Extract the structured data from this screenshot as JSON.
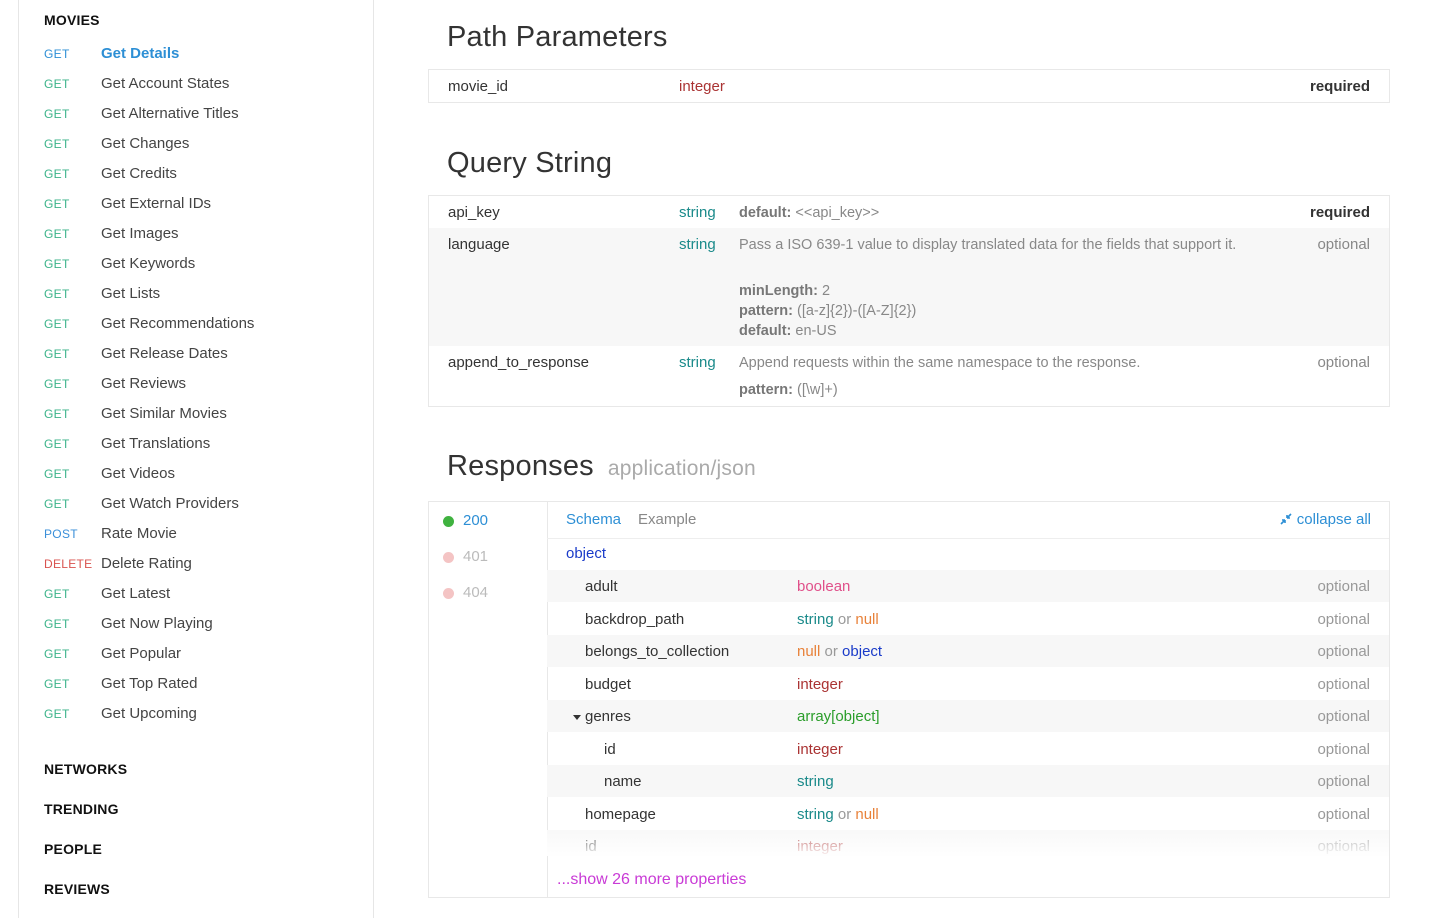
{
  "sidebar": {
    "section_title": "MOVIES",
    "items": [
      {
        "method": "GET",
        "label": "Get Details"
      },
      {
        "method": "GET",
        "label": "Get Account States"
      },
      {
        "method": "GET",
        "label": "Get Alternative Titles"
      },
      {
        "method": "GET",
        "label": "Get Changes"
      },
      {
        "method": "GET",
        "label": "Get Credits"
      },
      {
        "method": "GET",
        "label": "Get External IDs"
      },
      {
        "method": "GET",
        "label": "Get Images"
      },
      {
        "method": "GET",
        "label": "Get Keywords"
      },
      {
        "method": "GET",
        "label": "Get Lists"
      },
      {
        "method": "GET",
        "label": "Get Recommendations"
      },
      {
        "method": "GET",
        "label": "Get Release Dates"
      },
      {
        "method": "GET",
        "label": "Get Reviews"
      },
      {
        "method": "GET",
        "label": "Get Similar Movies"
      },
      {
        "method": "GET",
        "label": "Get Translations"
      },
      {
        "method": "GET",
        "label": "Get Videos"
      },
      {
        "method": "GET",
        "label": "Get Watch Providers"
      },
      {
        "method": "POST",
        "label": "Rate Movie"
      },
      {
        "method": "DELETE",
        "label": "Delete Rating"
      },
      {
        "method": "GET",
        "label": "Get Latest"
      },
      {
        "method": "GET",
        "label": "Get Now Playing"
      },
      {
        "method": "GET",
        "label": "Get Popular"
      },
      {
        "method": "GET",
        "label": "Get Top Rated"
      },
      {
        "method": "GET",
        "label": "Get Upcoming"
      }
    ],
    "other_sections": [
      "NETWORKS",
      "TRENDING",
      "PEOPLE",
      "REVIEWS"
    ]
  },
  "path_parameters": {
    "title": "Path Parameters",
    "params": [
      {
        "name": "movie_id",
        "type": "integer",
        "requirement": "required"
      }
    ]
  },
  "query_string": {
    "title": "Query String",
    "params": [
      {
        "name": "api_key",
        "type": "string",
        "default_label": "default:",
        "default_value": "<<api_key>>",
        "requirement": "required"
      },
      {
        "name": "language",
        "type": "string",
        "description": "Pass a ISO 639-1 value to display translated data for the fields that support it.",
        "min_label": "minLength:",
        "min_value": "2",
        "pattern_label": "pattern:",
        "pattern_value": "([a-z]{2})-([A-Z]{2})",
        "default_label": "default:",
        "default_value": "en-US",
        "requirement": "optional"
      },
      {
        "name": "append_to_response",
        "type": "string",
        "description": "Append requests within the same namespace to the response.",
        "pattern_label": "pattern:",
        "pattern_value": "([\\w]+)",
        "requirement": "optional"
      }
    ]
  },
  "responses": {
    "title": "Responses",
    "content_type": "application/json",
    "codes": [
      {
        "code": "200",
        "color": "#3fb23f",
        "text_color": "#2d8fd5"
      },
      {
        "code": "401",
        "color": "#f4c4c4",
        "text_color": "#bbbbbb"
      },
      {
        "code": "404",
        "color": "#f4c4c4",
        "text_color": "#bbbbbb"
      }
    ],
    "tabs": {
      "schema": "Schema",
      "example": "Example"
    },
    "collapse_all": "collapse all",
    "root_type": "object",
    "or_word": "or",
    "properties": [
      {
        "name": "adult",
        "type1": "boolean",
        "requirement": "optional"
      },
      {
        "name": "backdrop_path",
        "type1": "string",
        "type2": "null",
        "requirement": "optional"
      },
      {
        "name": "belongs_to_collection",
        "type1": "null",
        "type2": "object",
        "requirement": "optional"
      },
      {
        "name": "budget",
        "type1": "integer",
        "requirement": "optional"
      },
      {
        "name": "genres",
        "type1": "array[object]",
        "requirement": "optional",
        "expanded": true
      },
      {
        "name": "id",
        "type1": "integer",
        "requirement": "optional",
        "nested": true
      },
      {
        "name": "name",
        "type1": "string",
        "requirement": "optional",
        "nested": true
      },
      {
        "name": "homepage",
        "type1": "string",
        "type2": "null",
        "requirement": "optional"
      },
      {
        "name": "id",
        "type1": "integer",
        "requirement": "optional",
        "faded": true
      }
    ],
    "show_more": "...show 26 more properties"
  },
  "colors": {
    "accent": "#2d8fd5",
    "get": "#3bb38a",
    "post": "#3a8fd9",
    "delete": "#d9534f",
    "integer": "#aa3333",
    "string": "#1a8a8a",
    "boolean": "#e0508a",
    "null": "#e8823a",
    "object": "#1a3bc9",
    "array": "#2a9d2a",
    "show_more": "#c93bd6"
  }
}
